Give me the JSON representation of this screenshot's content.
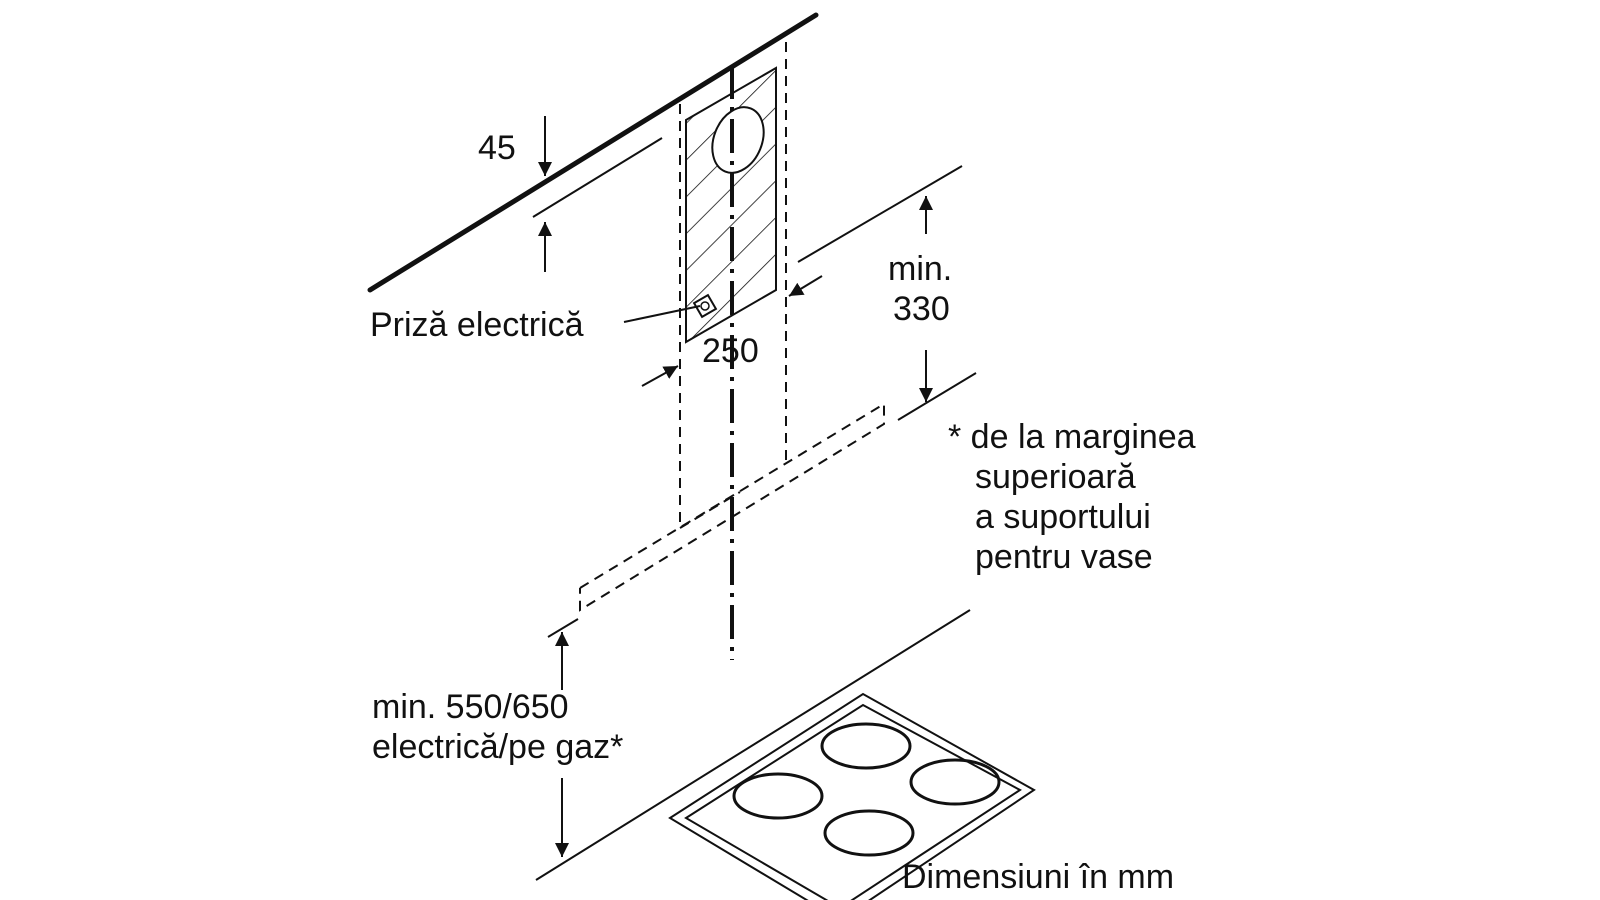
{
  "labels": {
    "gap_top": "45",
    "socket": "Priză electrică",
    "width": "250",
    "min_label": "min.",
    "min_value": "330",
    "footnote_line1": "* de la marginea",
    "footnote_line2": "superioară",
    "footnote_line3": "a suportului",
    "footnote_line4": "pentru vase",
    "height_line1": "min. 550/650",
    "height_line2": "electrică/pe gaz*",
    "units": "Dimensiuni în mm"
  }
}
